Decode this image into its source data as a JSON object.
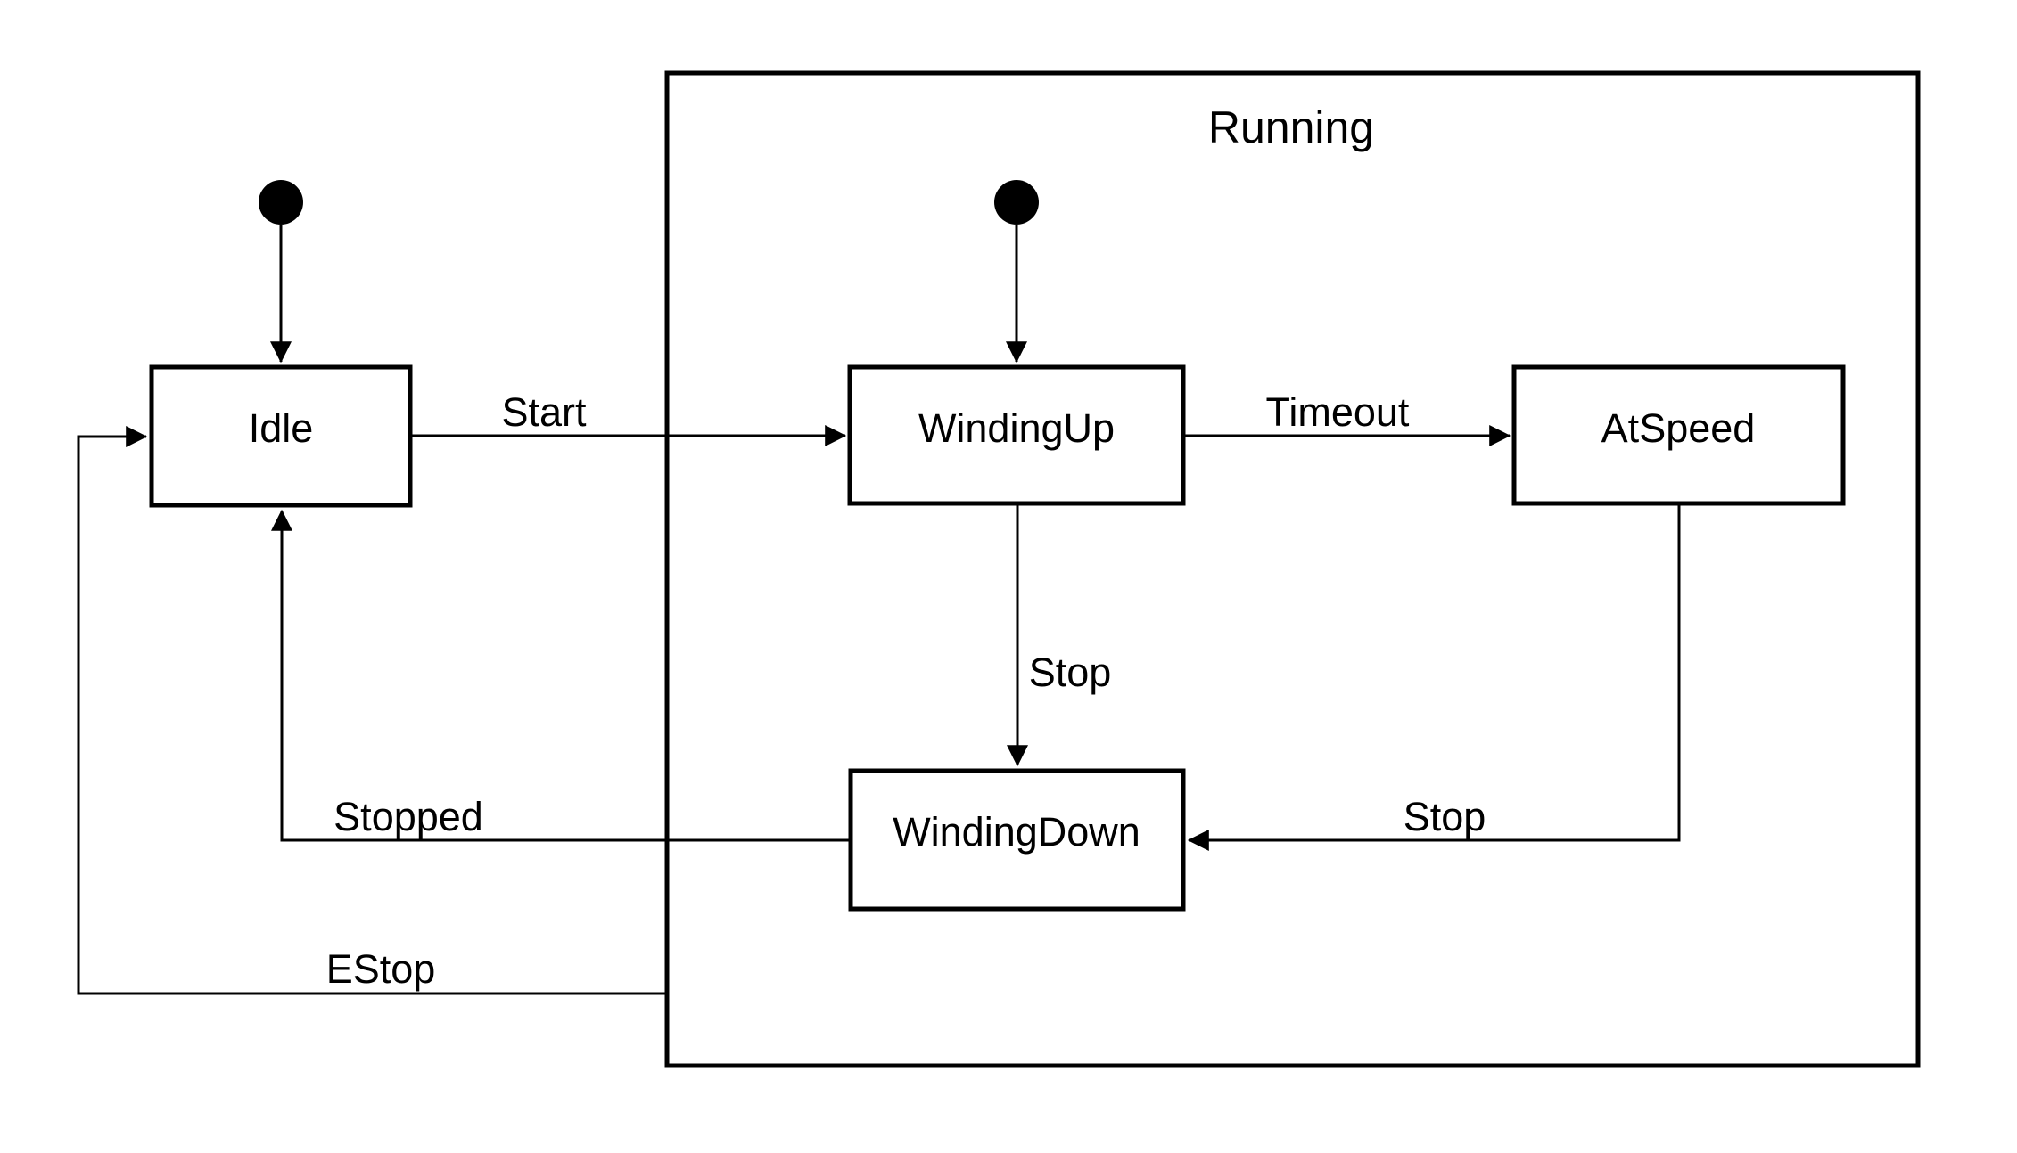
{
  "diagram": {
    "type": "uml-state-machine",
    "composite_state": {
      "label": "Running"
    },
    "states": {
      "idle": {
        "label": "Idle"
      },
      "winding_up": {
        "label": "WindingUp"
      },
      "at_speed": {
        "label": "AtSpeed"
      },
      "winding_down": {
        "label": "WindingDown"
      }
    },
    "transitions": {
      "start": {
        "label": "Start",
        "from": "Idle",
        "to": "WindingUp"
      },
      "timeout": {
        "label": "Timeout",
        "from": "WindingUp",
        "to": "AtSpeed"
      },
      "stop_from_winding_up": {
        "label": "Stop",
        "from": "WindingUp",
        "to": "WindingDown"
      },
      "stop_from_at_speed": {
        "label": "Stop",
        "from": "AtSpeed",
        "to": "WindingDown"
      },
      "stopped": {
        "label": "Stopped",
        "from": "WindingDown",
        "to": "Idle"
      },
      "estop": {
        "label": "EStop",
        "from": "Running",
        "to": "Idle"
      }
    },
    "initial_states": {
      "main": {
        "target": "Idle"
      },
      "running": {
        "target": "WindingUp"
      }
    },
    "colors": {
      "stroke": "#000000",
      "fill": "#ffffff"
    }
  }
}
